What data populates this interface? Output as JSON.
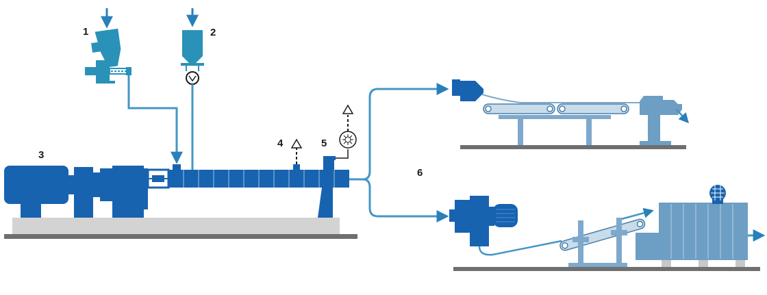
{
  "labels": {
    "n1": "1",
    "n2": "2",
    "n3": "3",
    "n4": "4",
    "n5": "5",
    "n6": "6"
  },
  "colors": {
    "extruder_blue": "#1763b0",
    "hopper_teal": "#2a91b8",
    "pipe_blue": "#4496c6",
    "conveyor_light": "#7fa9cc",
    "conveyor_bg": "#c8dcea",
    "base_gray": "#d3d3d3",
    "floor_gray": "#6f6f6f",
    "dark_line": "#1a1a1a"
  }
}
